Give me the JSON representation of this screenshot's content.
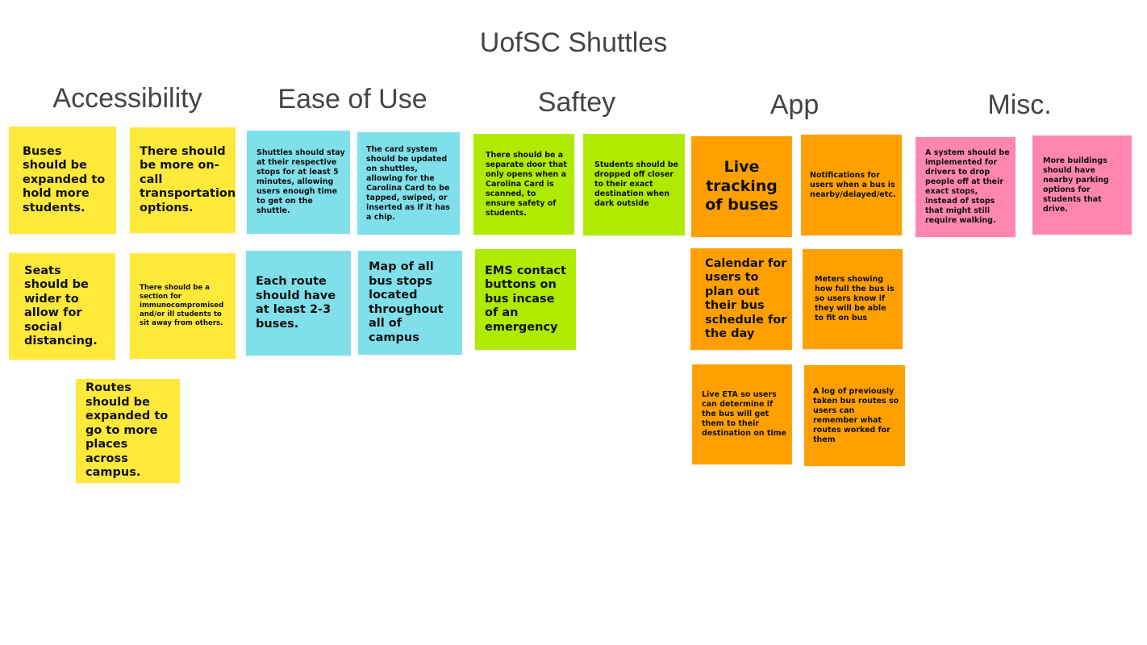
{
  "title": "UofSC Shuttles",
  "colors": {
    "yellow": "#FFE93B",
    "cyan": "#7FDFEB",
    "green": "#AEEB00",
    "orange": "#FFA000",
    "pink": "#FF86AE",
    "heading_text": "#444444"
  },
  "categories": [
    {
      "heading": "Accessibility",
      "notes": [
        "Buses should be expanded to hold more students.",
        "There should be more on-call transportation options.",
        "Seats should be wider to allow for social distancing.",
        "There should be a section for immunocompromised and/or ill students to sit away from others.",
        "Routes should be expanded to go to more places across campus."
      ]
    },
    {
      "heading": "Ease of Use",
      "notes": [
        "Shuttles should stay at their respective stops for at least 5 minutes, allowing users enough time to get on the shuttle.",
        "The card system should be updated on shuttles, allowing for the Carolina Card to be tapped, swiped, or inserted as if it has a chip.",
        "Each route should have at least 2-3 buses.",
        "Map of all bus stops located throughout all of campus"
      ]
    },
    {
      "heading": "Saftey",
      "notes": [
        "There should be a separate door that only opens when a Carolina Card is scanned, to ensure safety of students.",
        "Students should be dropped off closer to their exact destination when dark outside",
        "EMS contact buttons on bus incase of an emergency"
      ]
    },
    {
      "heading": "App",
      "notes": [
        "Live tracking of buses",
        "Notifications for users when a bus is nearby/delayed/etc.",
        "Calendar for users to plan out their bus schedule for the day",
        "Meters showing how full the bus is so users know if they will be able to fit on bus",
        "Live ETA so users can determine if the bus will get them to their destination on time",
        "A log of previously taken bus routes so users can remember what routes worked for them"
      ]
    },
    {
      "heading": "Misc.",
      "notes": [
        "A system should be implemented for drivers to drop people off at their exact stops, instead of stops that might still require walking.",
        "More buildings should have nearby parking options for students that drive."
      ]
    }
  ]
}
